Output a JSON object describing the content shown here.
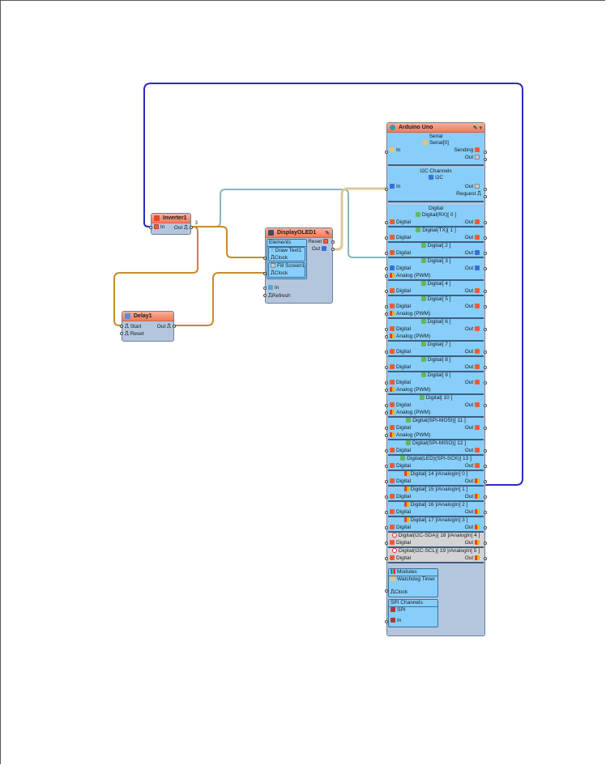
{
  "colors": {
    "wire_blue": "#2b2bbf",
    "wire_orange": "#c98a2e",
    "wire_teal": "#8ab7bd",
    "wire_tan": "#dcc89a",
    "title_bar": "#f2795a",
    "component_body": "#b3c6de",
    "panel": "#87cefa"
  },
  "inverter": {
    "title": "Inverter1",
    "in_label": "In",
    "out_label": "Out",
    "out_marker": "3"
  },
  "delay": {
    "title": "Delay1",
    "start_label": "Start",
    "reset_label": "Reset",
    "out_label": "Out"
  },
  "display": {
    "title": "DisplayOLED1",
    "elements_label": "Elements",
    "reset_label": "Reset",
    "out_label": "Out",
    "draw_text_label": "Draw Text1",
    "draw_text_clock": "Clock",
    "fill_screen_label": "Fill Screen1",
    "fill_screen_clock": "Clock",
    "in_label": "In",
    "refresh_label": "Refresh"
  },
  "arduino": {
    "title": "Arduino Uno",
    "serial": {
      "header": "Serial",
      "channel": "Serial[0]",
      "in_label": "In",
      "sending_label": "Sending",
      "out_label": "Out"
    },
    "i2c": {
      "header": "I2C Channels",
      "channel": "I2C",
      "in_label": "In",
      "out_label": "Out",
      "request_label": "Request"
    },
    "digital_header": "Digital",
    "digital_label": "Digital",
    "out_label": "Out",
    "analog_label": "Analog (PWM)",
    "pins": [
      {
        "name": "Digital(RX)[ 0 ]",
        "analog": false,
        "kind": "normal"
      },
      {
        "name": "Digital(TX)[ 1 ]",
        "analog": false,
        "kind": "normal"
      },
      {
        "name": "Digital[ 2 ]",
        "analog": false,
        "kind": "normal"
      },
      {
        "name": "Digital[ 3 ]",
        "analog": true,
        "kind": "normal"
      },
      {
        "name": "Digital[ 4 ]",
        "analog": false,
        "kind": "normal"
      },
      {
        "name": "Digital[ 5 ]",
        "analog": true,
        "kind": "normal"
      },
      {
        "name": "Digital[ 6 ]",
        "analog": true,
        "kind": "normal"
      },
      {
        "name": "Digital[ 7 ]",
        "analog": false,
        "kind": "normal"
      },
      {
        "name": "Digital[ 8 ]",
        "analog": false,
        "kind": "normal"
      },
      {
        "name": "Digital[ 9 ]",
        "analog": true,
        "kind": "normal"
      },
      {
        "name": "Digital[ 10 ]",
        "analog": true,
        "kind": "normal"
      },
      {
        "name": "Digital(SPI-MOSI)[ 11 ]",
        "analog": true,
        "kind": "normal"
      },
      {
        "name": "Digital(SPI-MISO)[ 12 ]",
        "analog": false,
        "kind": "normal"
      },
      {
        "name": "Digital(LED)(SPI-SCK)[ 13 ]",
        "analog": false,
        "kind": "normal"
      },
      {
        "name": "Digital[ 14 ]/AnalogIn[ 0 ]",
        "analog": false,
        "kind": "analogin"
      },
      {
        "name": "Digital[ 15 ]/AnalogIn[ 1 ]",
        "analog": false,
        "kind": "analogin"
      },
      {
        "name": "Digital[ 16 ]/AnalogIn[ 2 ]",
        "analog": false,
        "kind": "analogin"
      },
      {
        "name": "Digital[ 17 ]/AnalogIn[ 3 ]",
        "analog": false,
        "kind": "analogin"
      },
      {
        "name": "Digital(I2C-SDA)[ 18 ]/AnalogIn[ 4 ]",
        "analog": false,
        "kind": "disabled"
      },
      {
        "name": "Digital(I2C-SCL)[ 19 ]/AnalogIn[ 5 ]",
        "analog": false,
        "kind": "disabled"
      }
    ],
    "modules": {
      "header": "Modules",
      "watchdog": "Watchdog Timer",
      "clock_label": "Clock"
    },
    "spi": {
      "header": "SPI Channels",
      "channel": "SPI",
      "in_label": "In"
    }
  }
}
